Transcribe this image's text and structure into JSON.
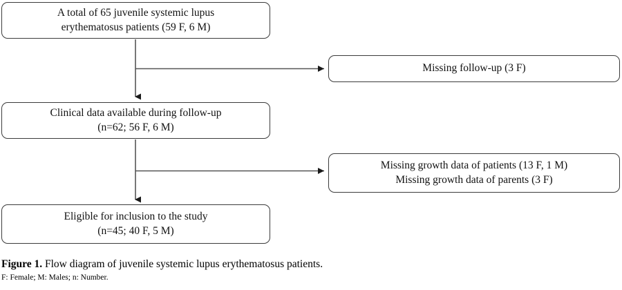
{
  "figure": {
    "type": "flow-diagram",
    "nodes": {
      "total": {
        "id": "total-patients",
        "lines": [
          "A total of 65 juvenile systemic lupus",
          "erythematosus patients (59 F, 6 M)"
        ]
      },
      "clinical": {
        "id": "clinical-data-available",
        "lines": [
          "Clinical data available during follow-up",
          "(n=62; 56 F, 6 M)"
        ]
      },
      "eligible": {
        "id": "eligible-for-inclusion",
        "lines": [
          "Eligible for inclusion to the study",
          "(n=45; 40 F, 5 M)"
        ]
      },
      "missing_followup": {
        "id": "missing-follow-up",
        "lines": [
          "Missing follow-up (3 F)"
        ]
      },
      "missing_growth": {
        "id": "missing-growth-data",
        "lines": [
          "Missing growth data of patients (13 F, 1 M)",
          "Missing growth data of parents (3 F)"
        ]
      }
    },
    "edges": [
      {
        "from": "total",
        "to": "clinical",
        "direction": "down"
      },
      {
        "from": "total",
        "to": "missing_followup",
        "direction": "right"
      },
      {
        "from": "clinical",
        "to": "eligible",
        "direction": "down"
      },
      {
        "from": "clinical",
        "to": "missing_growth",
        "direction": "right"
      }
    ],
    "colors": {
      "box_border": "#3a3a3a",
      "connector": "#555555",
      "text": "#111111",
      "background": "#ffffff"
    }
  },
  "caption": {
    "figure_label": "Figure 1.",
    "figure_text": " Flow diagram of juvenile systemic lupus erythematosus patients.",
    "abbreviations": "F: Female; M: Males; n: Number."
  }
}
